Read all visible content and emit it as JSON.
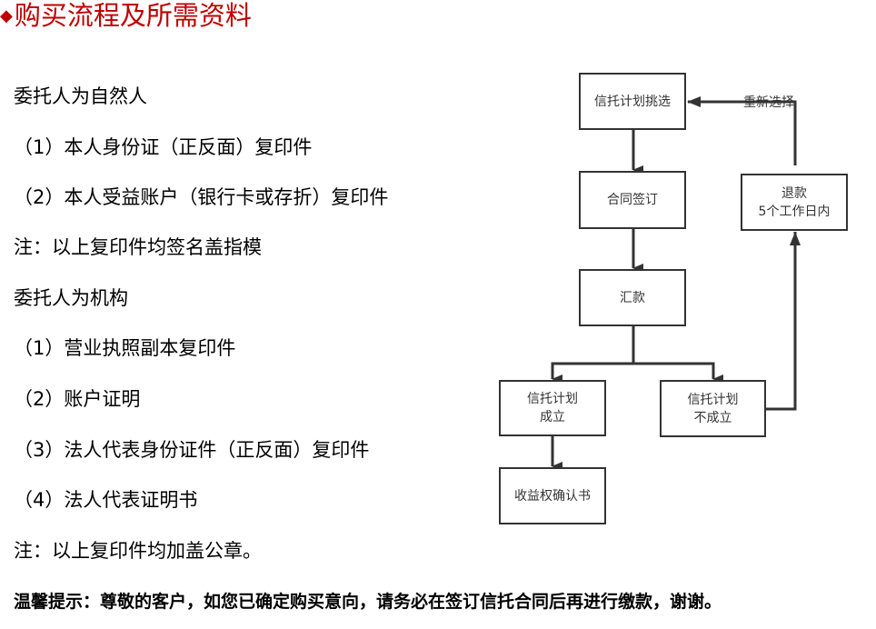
{
  "title": "购买流程及所需资料",
  "lines": [
    "委托人为自然人",
    "（1）本人身份证（正反面）复印件",
    "（2）本人受益账户（银行卡或存折）复印件",
    "注：以上复印件均签名盖指模",
    "委托人为机构",
    "（1）营业执照副本复印件",
    "（2）账户证明",
    "（3）法人代表身份证件（正反面）复印件",
    "（4）法人代表证明书",
    "注：以上复印件均加盖公章。"
  ],
  "notice": "温馨提示：尊敬的客户，如您已确定购买意向，请务必在签订信托合同后再进行缴款，谢谢。",
  "flow": {
    "select": "信托计划挑选",
    "sign": "合同签订",
    "pay": "汇款",
    "ok1": "信托计划",
    "ok2": "成立",
    "fail1": "信托计划",
    "fail2": "不成立",
    "cert": "收益权确认书",
    "refund1": "退款",
    "refund2": "5个工作日内",
    "reselect": "重新选择"
  },
  "colors": {
    "title": "#c00000",
    "line": "#333333"
  }
}
